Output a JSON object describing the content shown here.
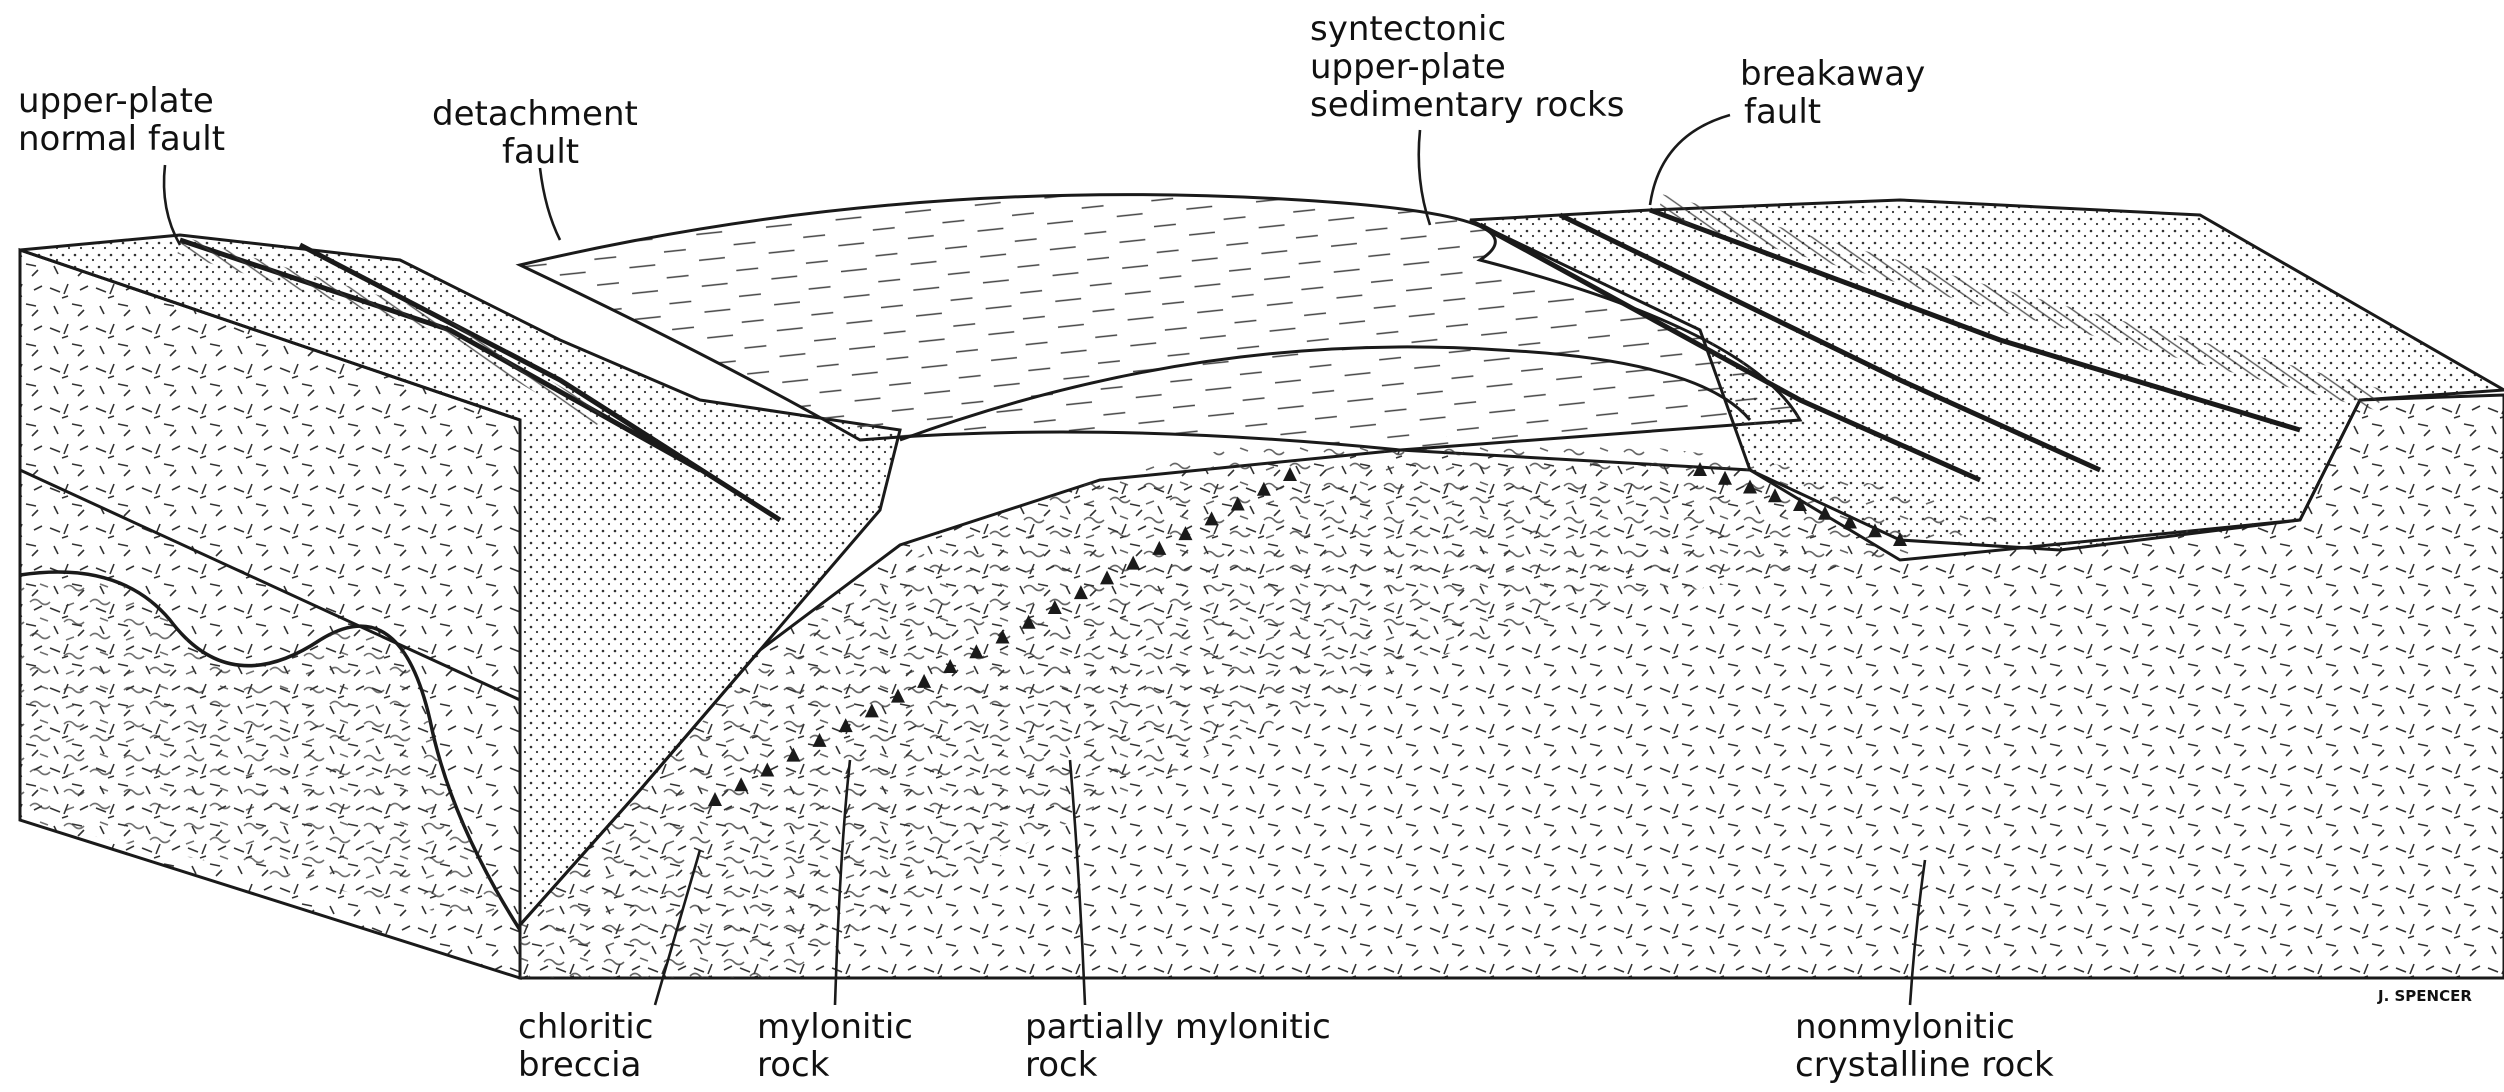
{
  "labels": {
    "upper_plate_normal_fault": [
      "upper-plate",
      "normal fault"
    ],
    "detachment_fault": [
      "detachment",
      "fault"
    ],
    "syntectonic_upper_plate_sedimentary_rocks": [
      "syntectonic",
      "upper-plate",
      "sedimentary rocks"
    ],
    "breakaway_fault": [
      "breakaway",
      "fault"
    ],
    "chloritic_breccia": [
      "chloritic",
      "breccia"
    ],
    "mylonitic_rock": [
      "mylonitic",
      "rock"
    ],
    "partially_mylonitic_rock": [
      "partially mylonitic",
      "rock"
    ],
    "nonmylonitic_crystalline_rock": [
      "nonmylonitic",
      "crystalline rock"
    ]
  },
  "credit": "J. SPENCER",
  "colors": {
    "ink": "#1a1a1a",
    "paper": "#ffffff",
    "faint": "#d8d8d8"
  }
}
